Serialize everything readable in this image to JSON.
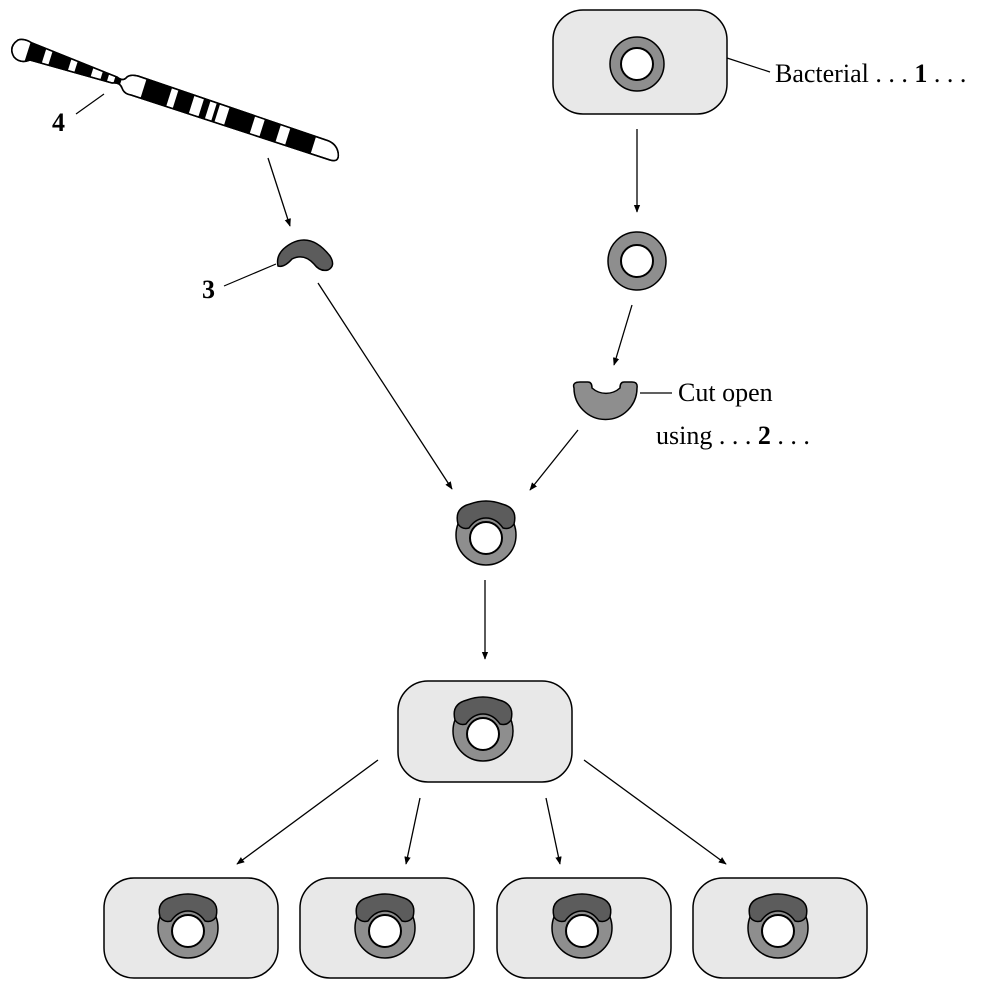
{
  "labels": {
    "bacterial": {
      "text": "Bacterial . . . ",
      "num": "1",
      "tail": " . . ."
    },
    "cut_open": "Cut open",
    "using": {
      "text": "using . . . ",
      "num": "2",
      "tail": " . . ."
    },
    "label_3": "3",
    "label_4": "4"
  },
  "colors": {
    "cell_fill": "#e8e8e8",
    "plasmid": "#8e8e8e",
    "gene": "#5c5c5c",
    "band": "#000000"
  }
}
